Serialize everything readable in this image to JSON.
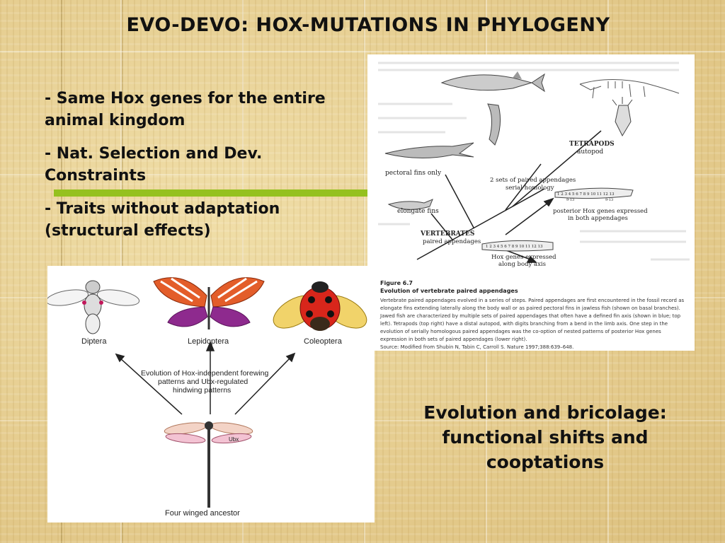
{
  "slide_title": "EVO-DEVO: HOX-MUTATIONS IN PHYLOGENY",
  "bullets": [
    "- Same Hox genes for the entire animal kingdom",
    "- Nat. Selection and Dev. Constraints",
    "- Traits without adaptation (structural effects)"
  ],
  "vertebrate_figure": {
    "labels": {
      "tetrapods": "TETRAPODS",
      "autopod": "autopod",
      "pectoral_fins": "pectoral fins only",
      "two_sets": "2 sets of paired appendages",
      "serial_homology": "serial homology",
      "elongate_fins": "elongate fins",
      "posterior_hox_1": "posterior Hox genes expressed",
      "posterior_hox_2": "in both appendages",
      "vertebrates": "VERTEBRATES",
      "paired_appendages": "paired appendages",
      "hox_body_1": "Hox genes expressed",
      "hox_body_2": "along body axis",
      "gene_numbers_top": "1 2 3 4 5 6 7 8 9 10 11 12 13",
      "gene_range_a": "9-13",
      "gene_range_b": "9-13",
      "gene_numbers_bottom": "1 2 3 4 5 6 7 8 9 10 11 12 13"
    },
    "caption_number": "Figure 6.7",
    "caption_title": "Evolution of vertebrate paired appendages",
    "caption_body": "Vertebrate paired appendages evolved in a series of steps. Paired appendages are first encountered in the fossil record as elongate fins extending laterally along the body wall or as paired pectoral fins in jawless fish (shown on basal branches). Jawed fish are characterized by multiple sets of paired appendages that often have a defined fin axis (shown in blue; top left). Tetrapods (top right) have a distal autopod, with digits branching from a bend in the limb axis. One step in the evolution of serially homologous paired appendages was the co-option of nested patterns of posterior Hox genes expression in both sets of paired appendages (lower right).",
    "caption_source": "Source: Modified from Shubin N, Tabin C, Carroll S. Nature 1997;388:639–648."
  },
  "insect_figure": {
    "labels": {
      "diptera": "Diptera",
      "lepidoptera": "Lepidoptera",
      "coleoptera": "Coleoptera",
      "evo_line1": "Evolution of Hox-independent forewing",
      "evo_line2": "patterns and Ubx-regulated",
      "evo_line3": "hindwing patterns",
      "ubx": "Ubx",
      "ancestor": "Four winged ancestor"
    }
  },
  "conclusion": "Evolution and bricolage: functional shifts and cooptations"
}
